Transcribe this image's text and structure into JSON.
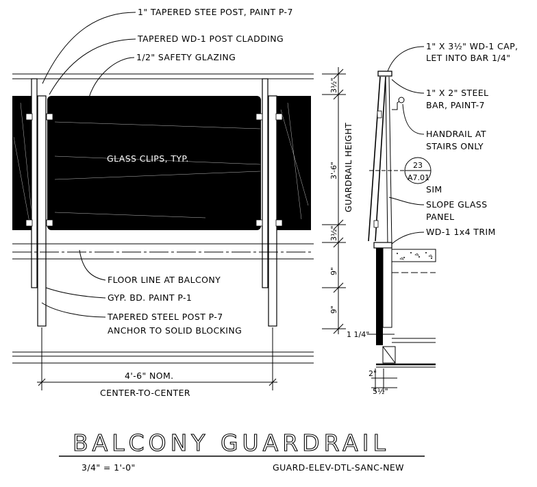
{
  "labels": {
    "post_top": "1\" TAPERED STEE POST, PAINT P-7",
    "cladding": "TAPERED WD-1 POST CLADDING",
    "glazing": "1/2\" SAFETY GLAZING",
    "glass_clips": "GLASS CLIPS, TYP.",
    "floor_line": "FLOOR LINE AT BALCONY",
    "gyp_bd": "GYP. BD. PAINT P-1",
    "post_bottom_1": "TAPERED STEEL POST P-7",
    "post_bottom_2": "ANCHOR TO SOLID BLOCKING",
    "cap_1": "1\" X 3½\" WD-1 CAP,",
    "cap_2": "LET INTO BAR 1/4\"",
    "steel_bar_1": "1\" X 2\" STEEL",
    "steel_bar_2": "BAR, PAINT-7",
    "handrail_1": "HANDRAIL AT",
    "handrail_2": "STAIRS ONLY",
    "sim": "SIM",
    "slope_glass_1": "SLOPE GLASS",
    "slope_glass_2": "PANEL",
    "trim": "WD-1 1x4 TRIM"
  },
  "section_callout": {
    "number": "23",
    "sheet": "A7.01"
  },
  "dimensions": {
    "top_offset": "3½\"",
    "guardrail_height": "3'-6\"",
    "guardrail_height_label": "GUARDRAIL HEIGHT",
    "bottom_offset": "3½\"",
    "nine_upper": "9\"",
    "nine_lower": "9\"",
    "one_quarter": "1 1/4\"",
    "center_to_center_1": "4'-6\" NOM.",
    "center_to_center_2": "CENTER-TO-CENTER",
    "two": "2\"",
    "five_half": "5½\""
  },
  "title": "BALCONY GUARDRAIL",
  "scale": "3/4\" = 1'-0\"",
  "drawing_id": "GUARD-ELEV-DTL-SANC-NEW",
  "colors": {
    "ink": "#000000",
    "paper": "#ffffff",
    "glass": "#000000"
  }
}
